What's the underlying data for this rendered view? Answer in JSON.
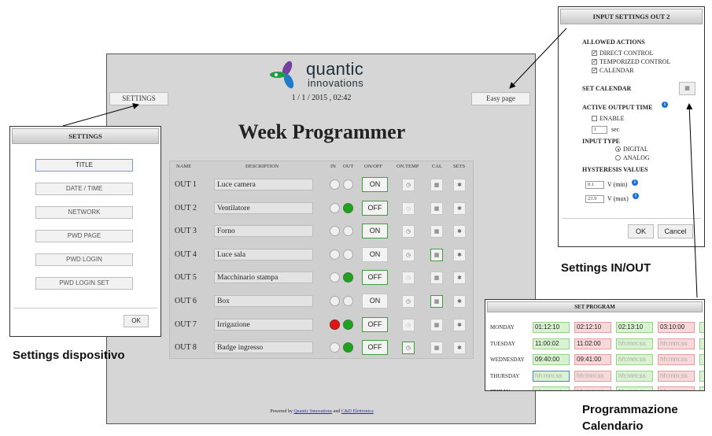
{
  "main": {
    "logo_title": "quantic",
    "logo_subtitle": "innovations",
    "settings_label": "SETTINGS",
    "easy_page_label": "Easy page",
    "datetime": "1 / 1 / 2015 , 02:42",
    "page_title": "Week Programmer",
    "headers": {
      "name": "NAME",
      "description": "DESCRIPTION",
      "in": "IN",
      "out": "OUT",
      "onoff": "ON/OFF",
      "ontemp": "ON.TEMP",
      "cal": "CAL",
      "sets": "SETS"
    },
    "outputs": [
      {
        "name": "OUT 1",
        "description": "Luce camera",
        "in": "off",
        "out": "off",
        "state": "ON",
        "state_border": "green",
        "ontemp": "normal",
        "cal": "normal"
      },
      {
        "name": "OUT 2",
        "description": "Ventilatore",
        "in": "off",
        "out": "green",
        "state": "OFF",
        "state_border": "green",
        "ontemp": "dim",
        "cal": "normal"
      },
      {
        "name": "OUT 3",
        "description": "Forno",
        "in": "off",
        "out": "off",
        "state": "ON",
        "state_border": "green",
        "ontemp": "normal",
        "cal": "normal"
      },
      {
        "name": "OUT 4",
        "description": "Luce sala",
        "in": "off",
        "out": "off",
        "state": "ON",
        "state_border": "none",
        "ontemp": "normal",
        "cal": "green"
      },
      {
        "name": "OUT 5",
        "description": "Macchinario stampa",
        "in": "off",
        "out": "green",
        "state": "OFF",
        "state_border": "green",
        "ontemp": "dim",
        "cal": "normal"
      },
      {
        "name": "OUT 6",
        "description": "Box",
        "in": "off",
        "out": "off",
        "state": "ON",
        "state_border": "none",
        "ontemp": "normal",
        "cal": "green"
      },
      {
        "name": "OUT 7",
        "description": "Irrigazione",
        "in": "red",
        "out": "green",
        "state": "OFF",
        "state_border": "green",
        "ontemp": "dim",
        "cal": "normal"
      },
      {
        "name": "OUT 8",
        "description": "Badge ingresso",
        "in": "off",
        "out": "green",
        "state": "OFF",
        "state_border": "green",
        "ontemp": "green",
        "cal": "normal"
      }
    ],
    "footer_prefix": "Powered by",
    "footer_link1": "Quantic Innovations",
    "footer_and": "and",
    "footer_link2": "C&D Elettronica"
  },
  "settings_dialog": {
    "title": "SETTINGS",
    "buttons": [
      "TITLE",
      "DATE / TIME",
      "NETWORK",
      "PWD PAGE",
      "PWD LOGIN",
      "PWD LOGIN SET"
    ],
    "ok_label": "OK",
    "caption": "Settings dispositivo"
  },
  "input_dialog": {
    "title": "INPUT SETTINGS OUT 2",
    "allowed_actions_label": "ALLOWED ACTIONS",
    "actions": [
      {
        "label": "DIRECT CONTROL",
        "checked": true
      },
      {
        "label": "TEMPORIZED CONTROL",
        "checked": true
      },
      {
        "label": "CALENDAR",
        "checked": true
      }
    ],
    "set_calendar_label": "SET CALENDAR",
    "active_output_time_label": "ACTIVE OUTPUT TIME",
    "enable_label": "ENABLE",
    "enable_checked": false,
    "sec_value": "1",
    "sec_label": "sec",
    "input_type_label": "INPUT TYPE",
    "input_type_options": [
      "DIGITAL",
      "ANALOG"
    ],
    "input_type_selected": "DIGITAL",
    "hysteresis_label": "HYSTERESIS VALUES",
    "v_min_value": "0.1",
    "v_min_label": "V (min)",
    "v_max_value": "23.9",
    "v_max_label": "V (max)",
    "ok_label": "OK",
    "cancel_label": "Cancel",
    "caption": "Settings IN/OUT"
  },
  "program_dialog": {
    "title": "SET PROGRAM",
    "placeholder": "hh:mm:ss",
    "rows": [
      {
        "day": "MONDAY",
        "times": [
          "01:12:10",
          "02:12:10",
          "02:13:10",
          "03:10:00"
        ]
      },
      {
        "day": "TUESDAY",
        "times": [
          "11:00:02",
          "11:02:00",
          "",
          ""
        ]
      },
      {
        "day": "WEDNESDAY",
        "times": [
          "09:40:00",
          "09:41:00",
          "",
          ""
        ]
      },
      {
        "day": "THURSDAY",
        "times": [
          "",
          "",
          "",
          ""
        ]
      },
      {
        "day": "FRIDAY",
        "times": [
          "",
          "",
          "",
          ""
        ]
      }
    ],
    "caption_line1": "Programmazione",
    "caption_line2": "Calendario"
  }
}
